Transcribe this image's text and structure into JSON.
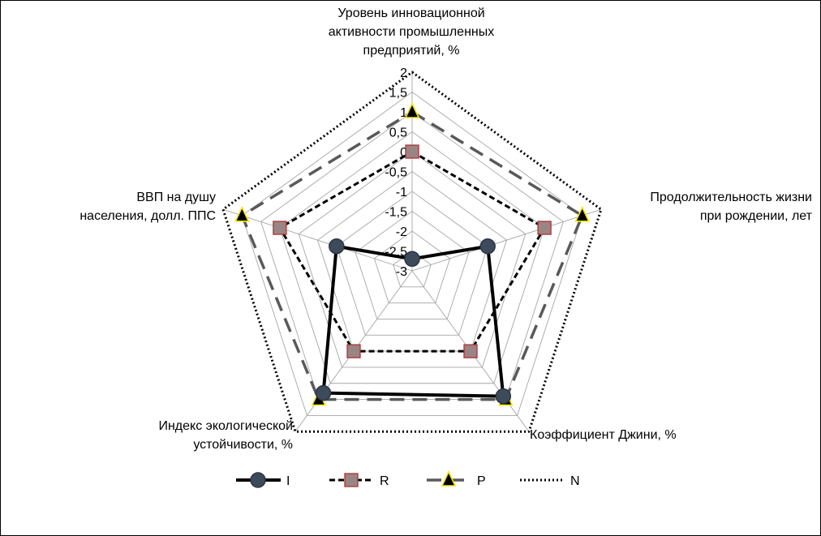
{
  "chart_data": {
    "type": "radar",
    "axes": [
      "Уровень инновационной\nактивности промышленных\nпредприятий,  %",
      "Продолжительность жизни\nпри рождении, лет",
      "Коэффициент Джини, %",
      "Индекс экологической\nустойчивости, %",
      "ВВП на душу\nнаселения, долл. ППС"
    ],
    "scale": {
      "min": -3,
      "max": 2,
      "step": 0.5
    },
    "tick_labels": [
      "-3",
      "-2,5",
      "-2",
      "-1,5",
      "-1",
      "-0,5",
      "0",
      "0,5",
      "1",
      "1,5",
      "2"
    ],
    "grid": true,
    "legend_position": "bottom",
    "series": [
      {
        "name": "I",
        "values": [
          -2.7,
          -1.0,
          0.9,
          0.8,
          -1.0
        ],
        "color": "#000000",
        "marker": "circle",
        "line": "solid"
      },
      {
        "name": "R",
        "values": [
          0.0,
          0.5,
          -0.5,
          -0.5,
          0.5
        ],
        "color": "#000000",
        "marker": "square",
        "line": "dashed"
      },
      {
        "name": "P",
        "values": [
          1.0,
          1.5,
          1.0,
          1.0,
          1.5
        ],
        "color": "#595959",
        "marker": "triangle",
        "line": "longdash"
      },
      {
        "name": "N",
        "values": [
          2,
          2,
          2,
          2,
          2
        ],
        "color": "#000000",
        "marker": "none",
        "line": "dotted"
      }
    ]
  }
}
